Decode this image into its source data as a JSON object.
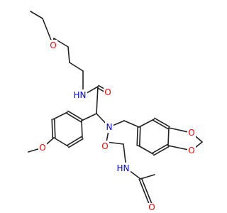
{
  "molecule": {
    "colors": {
      "bond": "#222222",
      "O": "#ff0000",
      "N": "#0000ff"
    },
    "atoms": {
      "o_ether": "O",
      "n_amide_top": "N",
      "h_amide_top": "H",
      "o_amide_top": "O",
      "n_central": "N",
      "o_methoxy": "O",
      "o_amide_low": "O",
      "n_acetamide": "N",
      "h_acetamide": "H",
      "o_acetyl": "O",
      "o_diox_top": "O",
      "o_diox_bot": "O"
    }
  }
}
